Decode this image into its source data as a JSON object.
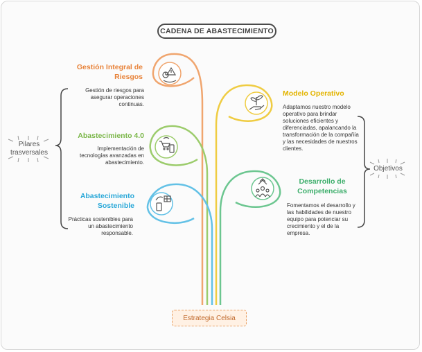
{
  "title": "CADENA DE ABASTECIMIENTO",
  "base": "Estrategia Celsia",
  "side_left": "Pilares\ntrasversales",
  "side_right": "Objetivos",
  "items": [
    {
      "heading": "Gestión Integral de\nRiesgos",
      "desc": "Gestión de riesgos para\nasegurar operaciones\ncontinuas.",
      "color": "#e8833a",
      "icon": "risk-icon"
    },
    {
      "heading": "Abastecimiento 4.0",
      "desc": "Implementación de\ntecnologías avanzadas en\nabastecimiento.",
      "color": "#7ab648",
      "icon": "cart-phone-icon"
    },
    {
      "heading": "Abastecimiento\nSostenible",
      "desc": "Prácticas sostenibles para\nun abastecimiento\nresponsable.",
      "color": "#2aa8d8",
      "icon": "sustainable-devices-icon"
    },
    {
      "heading": "Modelo Operativo",
      "desc": "Adaptamos nuestro modelo\noperativo para brindar\nsoluciones eficientes y\ndiferenciadas, apalancando la\ntransformación de la compañía\ny las necesidades de nuestros\nclientes.",
      "color": "#e3b400",
      "icon": "plant-hand-icon"
    },
    {
      "heading": "Desarrollo de\nCompetencias",
      "desc": "Fomentamos el desarrollo y\nlas habilidades de nuestro\nequipo para potenciar su\ncrecimiento y el de la\nempresa.",
      "color": "#3dae6b",
      "icon": "team-growth-icon"
    }
  ]
}
